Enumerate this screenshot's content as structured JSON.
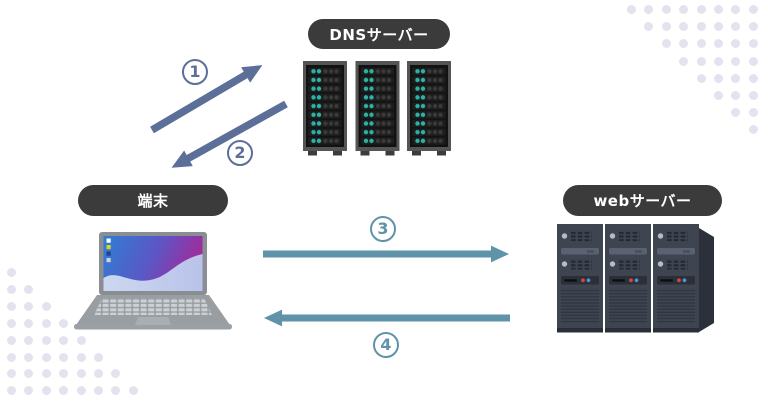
{
  "diagram": {
    "kind": "dns-name-resolution-flow",
    "nodes": {
      "dns_server": {
        "label": "DNSサーバー"
      },
      "terminal": {
        "label": "端末"
      },
      "web_server": {
        "label": "webサーバー"
      }
    },
    "steps": [
      {
        "number": "1",
        "from": "terminal",
        "to": "dns_server"
      },
      {
        "number": "2",
        "from": "dns_server",
        "to": "terminal"
      },
      {
        "number": "3",
        "from": "terminal",
        "to": "web_server"
      },
      {
        "number": "4",
        "from": "web_server",
        "to": "terminal"
      }
    ],
    "colors": {
      "background": "#ffffff",
      "label_pill_bg": "#3b3b3b",
      "label_pill_text": "#ffffff",
      "arrow_dns_slate": "#5c6f99",
      "arrow_web_teal": "#5e93a9",
      "decor_dots": "#e2e3ee",
      "rack_led_teal": "#28b4a6",
      "tower_led_red": "#d04a42",
      "tower_led_blue": "#4e92d6"
    }
  }
}
